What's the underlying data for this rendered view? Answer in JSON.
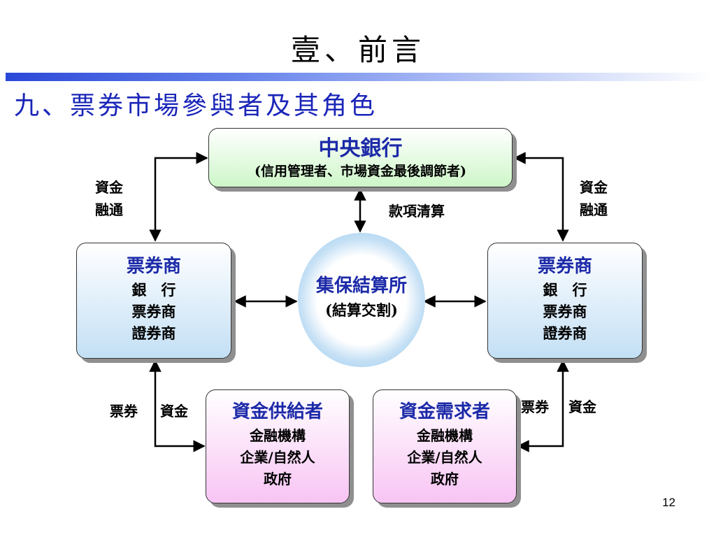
{
  "title": "壹、前言",
  "subtitle": "九、票券市場參與者及其角色",
  "nodes": {
    "central_bank": {
      "title": "中央銀行",
      "role": "(信用管理者、市場資金最後調節者)"
    },
    "dealer_left": {
      "title": "票券商",
      "lines": [
        "銀　行",
        "票券商",
        "證券商"
      ]
    },
    "dealer_right": {
      "title": "票券商",
      "lines": [
        "銀　行",
        "票券商",
        "證券商"
      ]
    },
    "clearing": {
      "title": "集保結算所",
      "subtitle": "(結算交割)"
    },
    "supplier": {
      "title": "資金供給者",
      "lines": [
        "金融機構",
        "企業/自然人",
        "政府"
      ]
    },
    "demander": {
      "title": "資金需求者",
      "lines": [
        "金融機構",
        "企業/自然人",
        "政府"
      ]
    }
  },
  "labels": {
    "left_funding": [
      "資金",
      "融通"
    ],
    "right_funding": [
      "資金",
      "融通"
    ],
    "settlement": "款項清算",
    "left_bottom_bills": "票券",
    "left_bottom_funds": "資金",
    "right_bottom_bills": "票券",
    "right_bottom_funds": "資金"
  },
  "page_number": "12",
  "colors": {
    "title_blue": "#1a25b8",
    "central_bank_fill": "#cdf6c8",
    "dealer_fill": "#c3dff5",
    "party_fill": "#f8c4f4",
    "clearing_ring": "#86c4ea"
  }
}
